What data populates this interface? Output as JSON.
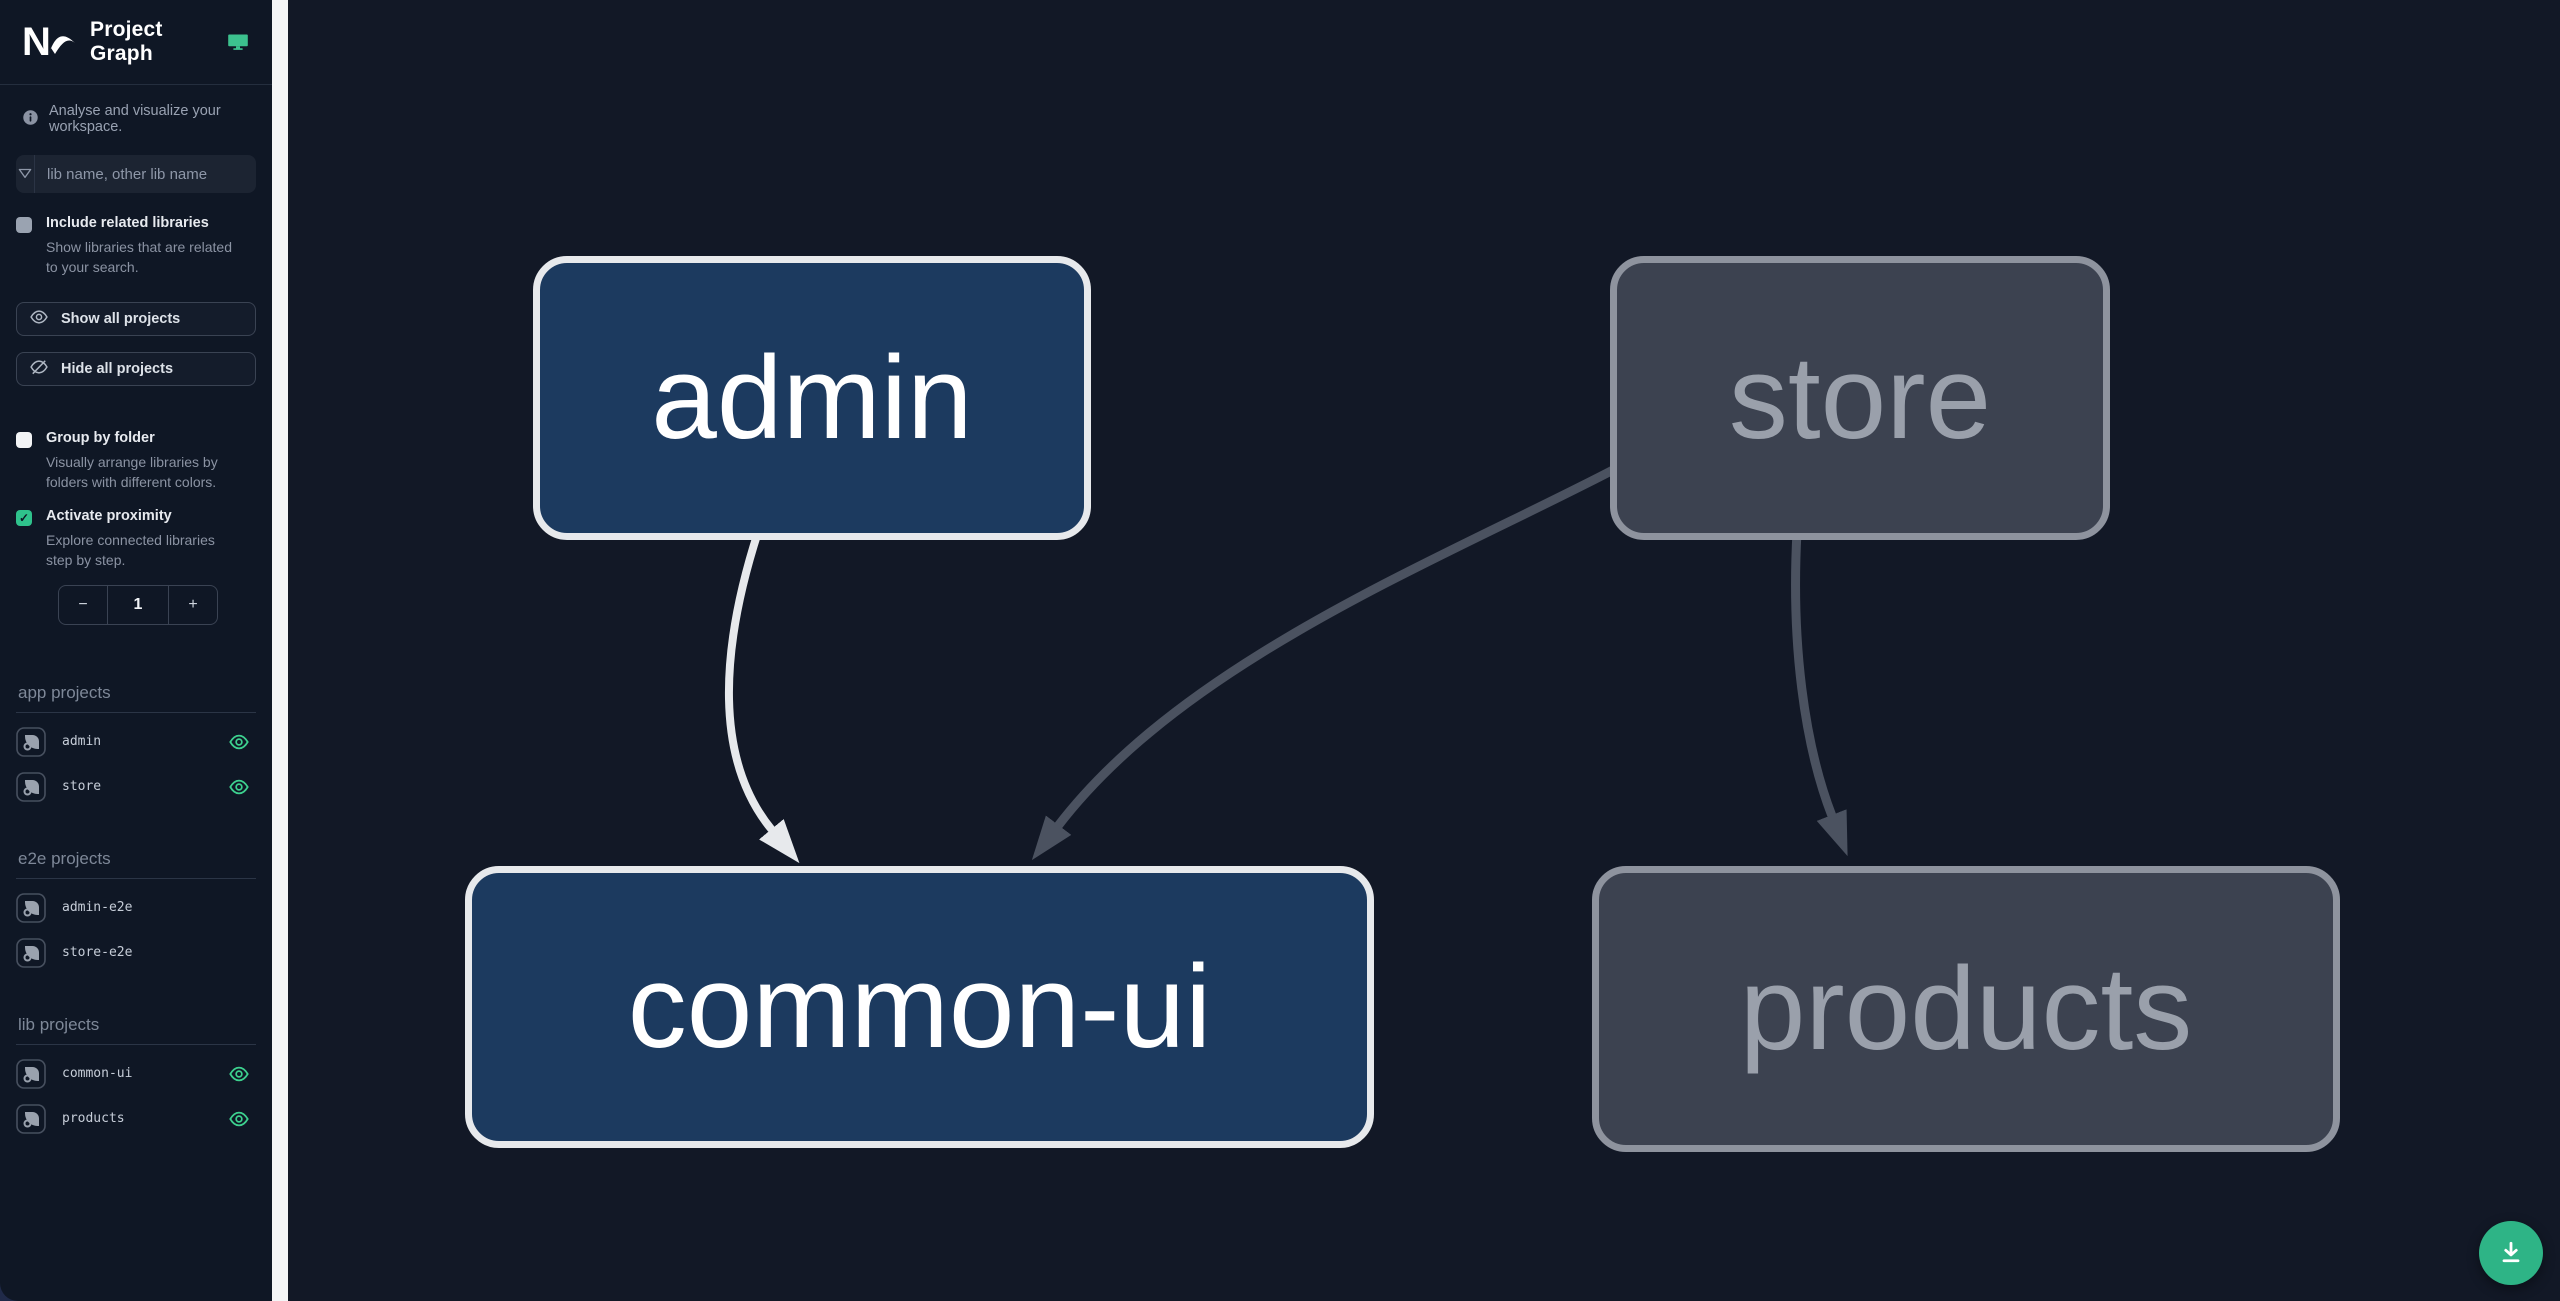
{
  "colors": {
    "accent_green": "#3cc18e",
    "fab_green": "#2eb486",
    "canvas_bg": "#121826",
    "sidebar_bg": "#0f1725",
    "gutter": "#f4f5f6",
    "node_active_bg": "#1c3a5f",
    "node_active_border": "#e7e9ec",
    "node_faded_bg": "#3c4250",
    "node_faded_border": "#8e939e",
    "edge_active": "#e7e9ec",
    "edge_faded": "#4b5260"
  },
  "sidebar": {
    "logo_n": "N",
    "title": "Project Graph",
    "tagline": "Analyse and visualize your workspace.",
    "search": {
      "placeholder": "lib name, other lib name",
      "value": ""
    },
    "options": [
      {
        "label": "Include related libraries",
        "description": "Show libraries that are related to your search.",
        "checked": false
      },
      {
        "label": "Group by folder",
        "description": "Visually arrange libraries by folders with different colors.",
        "checked": false
      },
      {
        "label": "Activate proximity",
        "description": "Explore connected libraries step by step.",
        "checked": true
      }
    ],
    "buttons": [
      {
        "label": "Show all projects"
      },
      {
        "label": "Hide all projects"
      }
    ],
    "stepper": {
      "decrement": "−",
      "value": "1",
      "increment": "+"
    },
    "sections": [
      {
        "title": "app projects",
        "items": [
          {
            "name": "admin",
            "visible": true
          },
          {
            "name": "store",
            "visible": true
          }
        ]
      },
      {
        "title": "e2e projects",
        "items": [
          {
            "name": "admin-e2e",
            "visible": false
          },
          {
            "name": "store-e2e",
            "visible": false
          }
        ]
      },
      {
        "title": "lib projects",
        "items": [
          {
            "name": "common-ui",
            "visible": true
          },
          {
            "name": "products",
            "visible": true
          }
        ]
      }
    ]
  },
  "graph": {
    "nodes": [
      {
        "id": "admin",
        "label": "admin",
        "state": "active"
      },
      {
        "id": "store",
        "label": "store",
        "state": "faded"
      },
      {
        "id": "common-ui",
        "label": "common-ui",
        "state": "active"
      },
      {
        "id": "products",
        "label": "products",
        "state": "faded"
      }
    ],
    "edges": [
      {
        "from": "admin",
        "to": "common-ui",
        "state": "active"
      },
      {
        "from": "store",
        "to": "common-ui",
        "state": "faded"
      },
      {
        "from": "store",
        "to": "products",
        "state": "faded"
      }
    ]
  },
  "fab": {
    "icon": "download-icon"
  }
}
